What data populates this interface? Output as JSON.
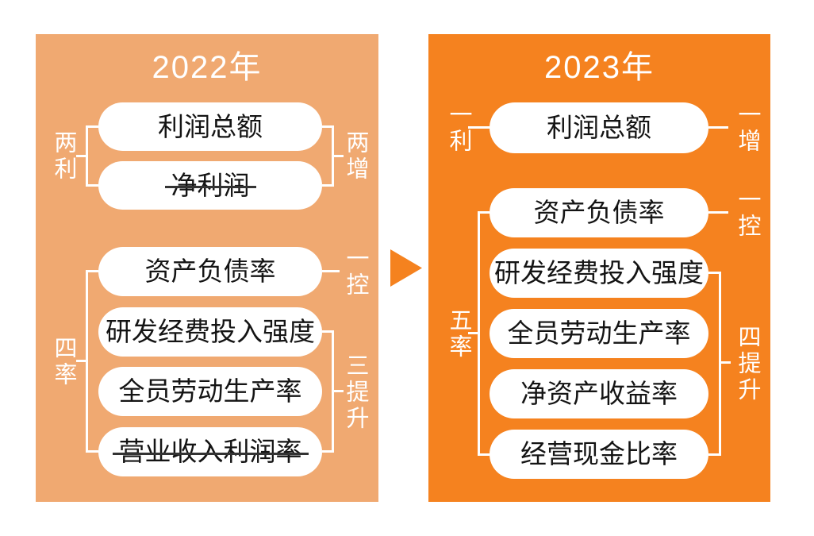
{
  "colors": {
    "left_panel_bg": "#F0A971",
    "right_panel_bg": "#F5821F",
    "arrow": "#F5821F",
    "box_bg": "#FFFFFF",
    "box_text": "#141414",
    "bracket_and_label": "#FFFFFF",
    "strikethrough": "#333333"
  },
  "left_panel": {
    "title": "2022年",
    "profit_group": {
      "bracket_left_label": "两利",
      "bracket_right_label": "两增",
      "items": [
        {
          "label": "利润总额",
          "struck": false
        },
        {
          "label": "净利润",
          "struck": true
        }
      ]
    },
    "ratio_group": {
      "bracket_left_label": "四率",
      "control_label": "一控",
      "bracket_right_label": "三提升",
      "items": [
        {
          "label": "资产负债率",
          "struck": false
        },
        {
          "label": "研发经费投入强度",
          "struck": false
        },
        {
          "label": "全员劳动生产率",
          "struck": false
        },
        {
          "label": "营业收入利润率",
          "struck": true
        }
      ]
    }
  },
  "arrow": {
    "meaning": "transition from 2022 system to 2023 system"
  },
  "right_panel": {
    "title": "2023年",
    "profit_label_left": "一利",
    "profit_label_right": "一增",
    "control_label": "一控",
    "bracket_left_label": "五率",
    "bracket_right_label": "四提升",
    "items": [
      {
        "label": "利润总额",
        "struck": false
      },
      {
        "label": "资产负债率",
        "struck": false
      },
      {
        "label": "研发经费投入强度",
        "struck": false
      },
      {
        "label": "全员劳动生产率",
        "struck": false
      },
      {
        "label": "净资产收益率",
        "struck": false
      },
      {
        "label": "经营现金比率",
        "struck": false
      }
    ]
  }
}
